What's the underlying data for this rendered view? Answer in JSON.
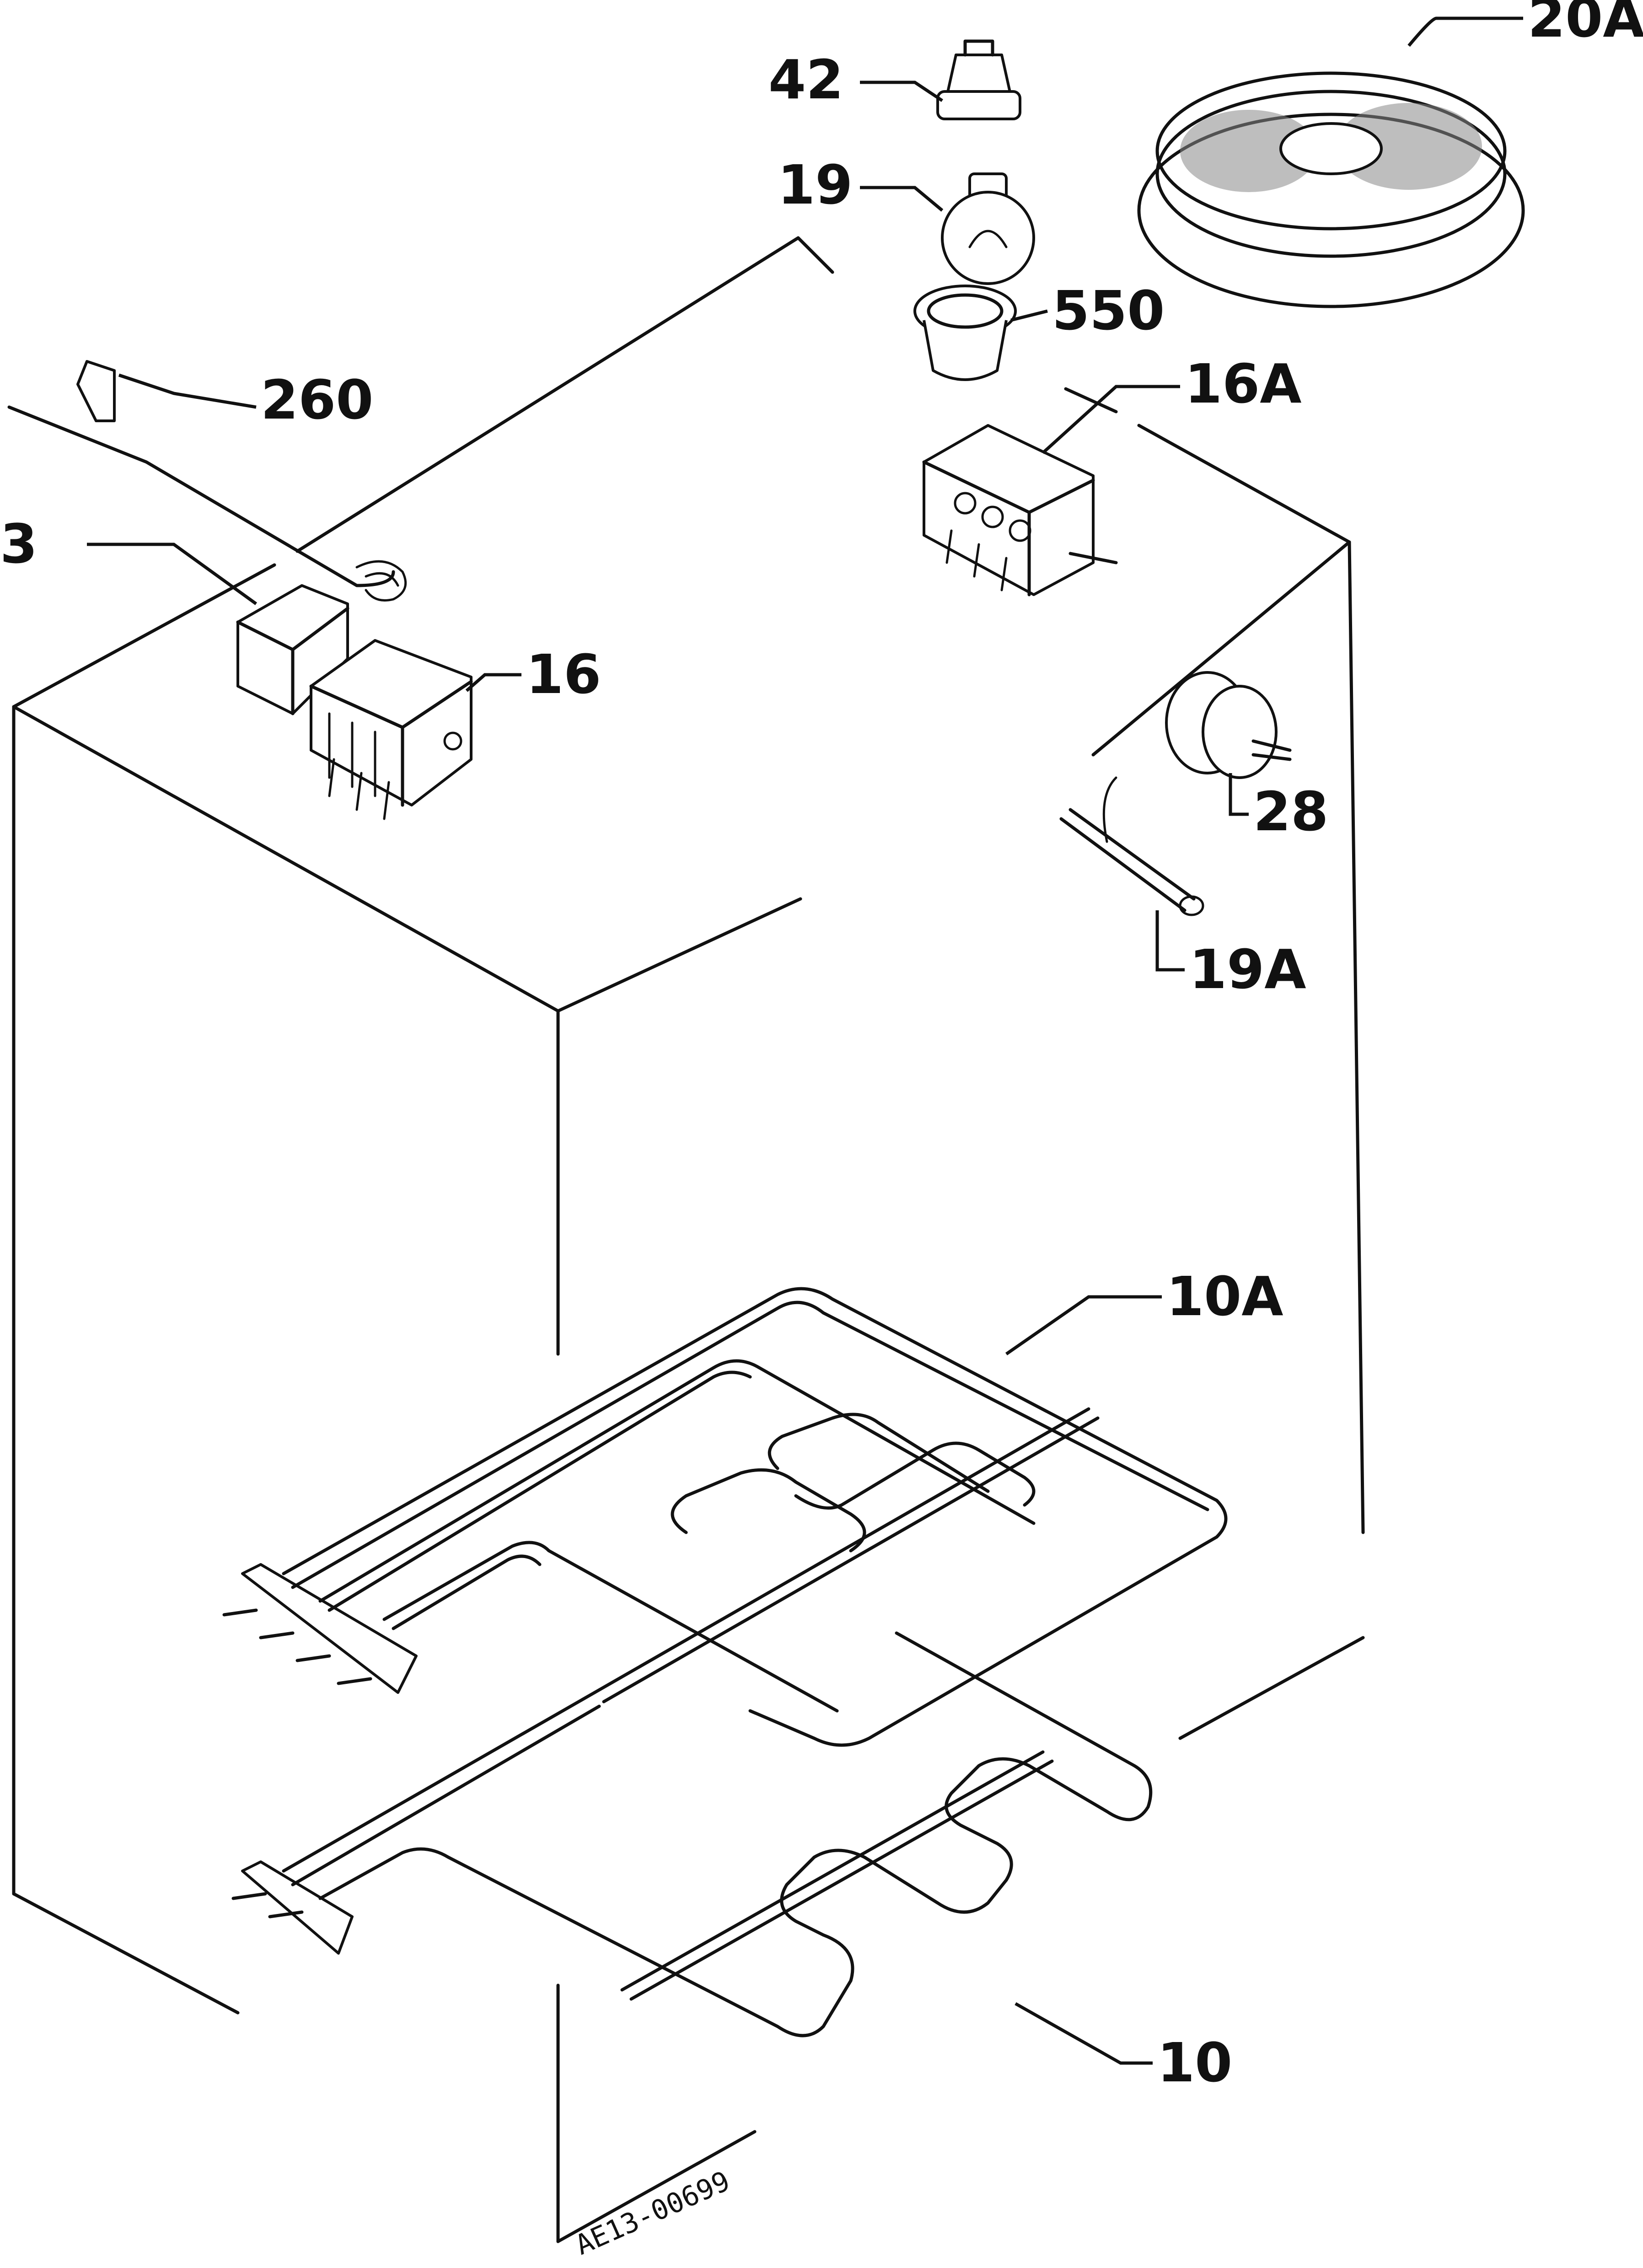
{
  "diagram": {
    "labels": {
      "l20a": "20A",
      "l42": "42",
      "l19": "19",
      "l550": "550",
      "l260": "260",
      "l16a": "16A",
      "l3": "3",
      "l16": "16",
      "l28": "28",
      "l19a": "19A",
      "l10a": "10A",
      "l10": "10"
    },
    "drawing_number": "AE13-00699"
  }
}
